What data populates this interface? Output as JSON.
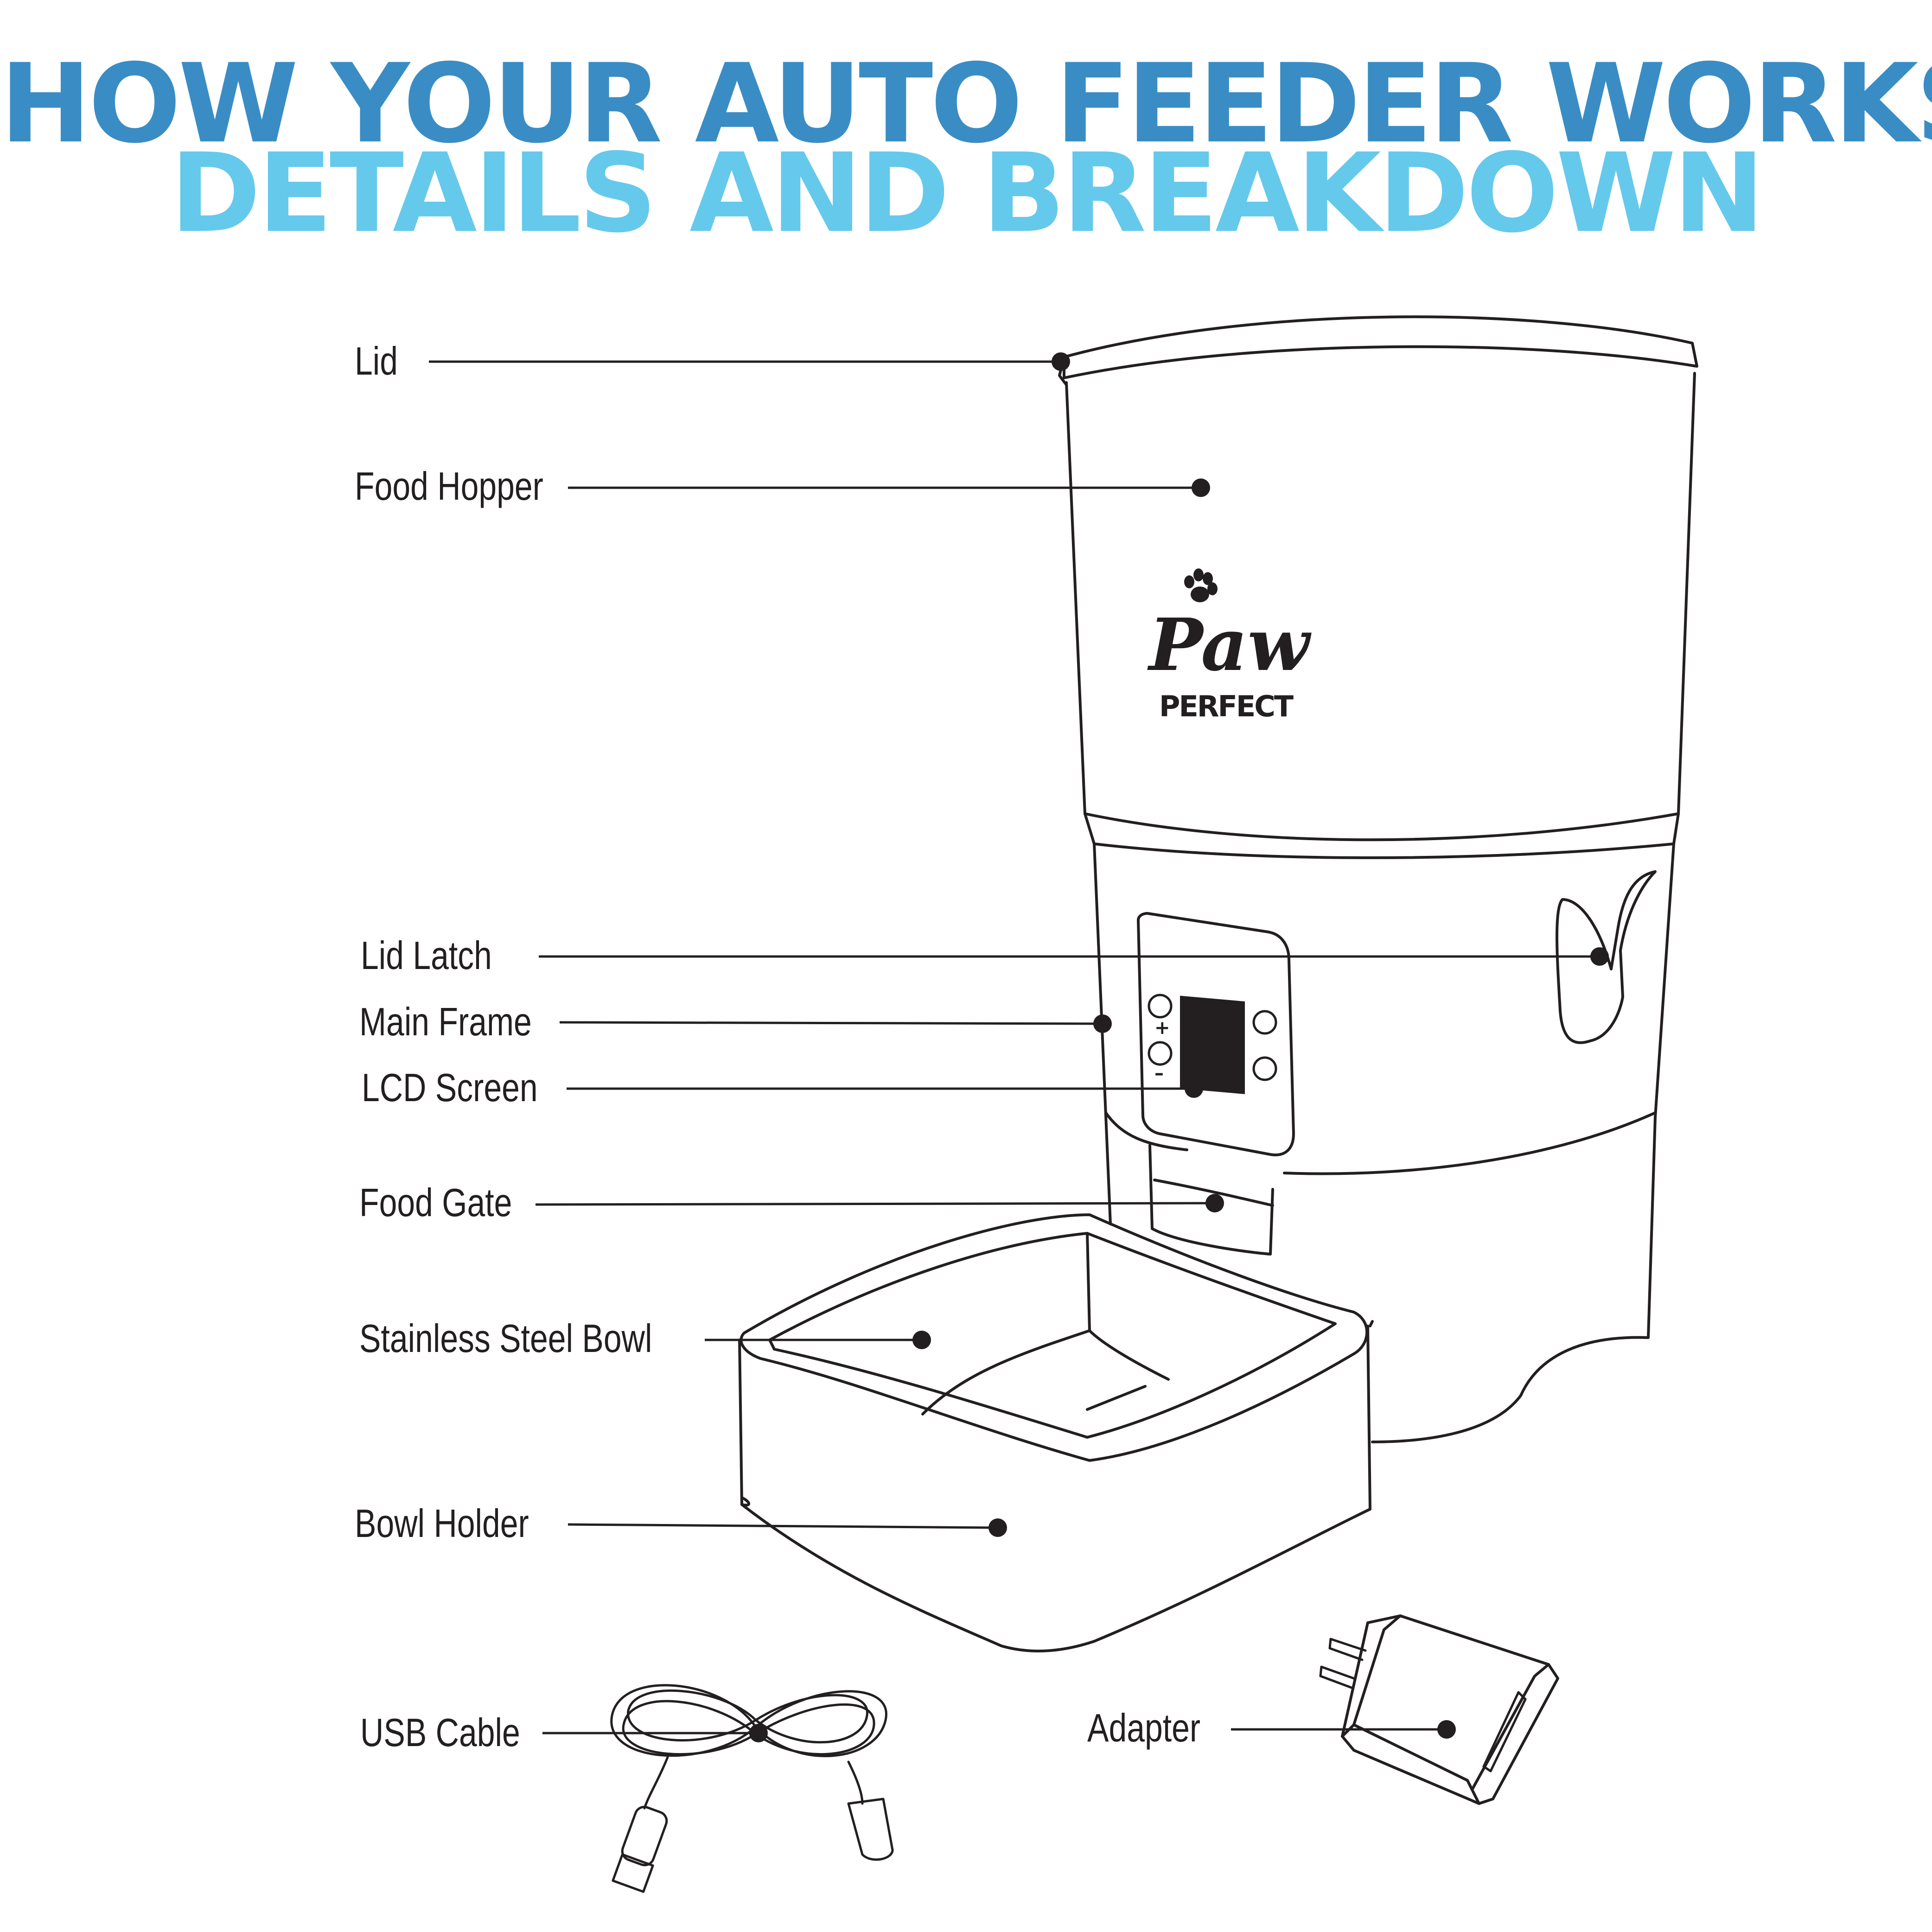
{
  "title": {
    "line1": "HOW YOUR AUTO FEEDER WORKS",
    "line2": "DETAILS AND BREAKDOWN"
  },
  "colors": {
    "title_dark_blue": "#3a8dc4",
    "title_light_blue": "#65c9ec",
    "ink": "#231f20"
  },
  "brand": {
    "logo_script": "Paw",
    "logo_sub": "PERFECT"
  },
  "parts": [
    {
      "id": "lid",
      "label": "Lid"
    },
    {
      "id": "food-hopper",
      "label": "Food Hopper"
    },
    {
      "id": "lid-latch",
      "label": "Lid Latch"
    },
    {
      "id": "main-frame",
      "label": "Main Frame"
    },
    {
      "id": "lcd-screen",
      "label": "LCD Screen"
    },
    {
      "id": "food-gate",
      "label": "Food Gate"
    },
    {
      "id": "stainless-steel-bowl",
      "label": "Stainless Steel Bowl"
    },
    {
      "id": "bowl-holder",
      "label": "Bowl Holder"
    },
    {
      "id": "usb-cable",
      "label": "USB Cable"
    },
    {
      "id": "adapter",
      "label": "Adapter"
    }
  ],
  "icons": [
    "paw-print-icon",
    "usb-cable-icon",
    "power-adapter-icon",
    "control-button-icon"
  ]
}
